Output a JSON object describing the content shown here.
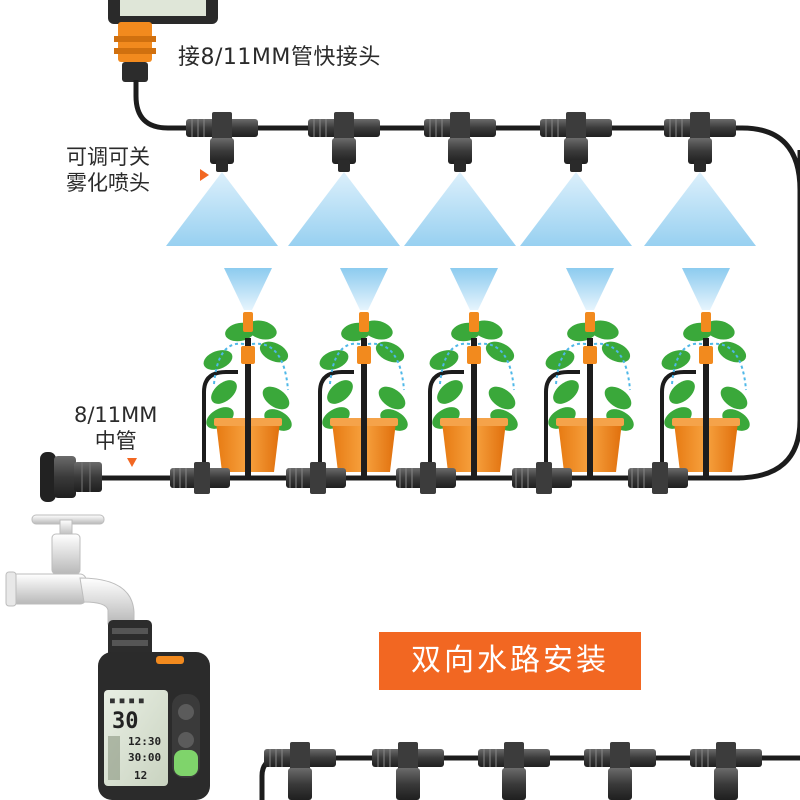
{
  "labels": {
    "quick_connector": "接8/11MM管快接头",
    "mist_nozzle_line1": "可调可关",
    "mist_nozzle_line2": "雾化喷头",
    "mid_pipe_line1": "8/11MM",
    "mid_pipe_line2": "中管"
  },
  "banner": {
    "text": "双向水路安装"
  },
  "timer": {
    "display_main": "30",
    "display_time_a": "12:30",
    "display_time_b": "30:00",
    "display_small": "12"
  },
  "colors": {
    "pipe": "#1c1c1c",
    "connector": "#4a4a4a",
    "coupling_orange": "#f28a1e",
    "mist": "#9ed4f2",
    "leaf": "#3aa83a",
    "pot": "#f28b1b",
    "banner": "#f26722",
    "pointer": "#f26722"
  },
  "icons": [
    "faucet-icon",
    "water-timer-icon",
    "tee-connector-icon",
    "mist-nozzle-icon",
    "potted-plant-icon",
    "end-plug-icon"
  ]
}
